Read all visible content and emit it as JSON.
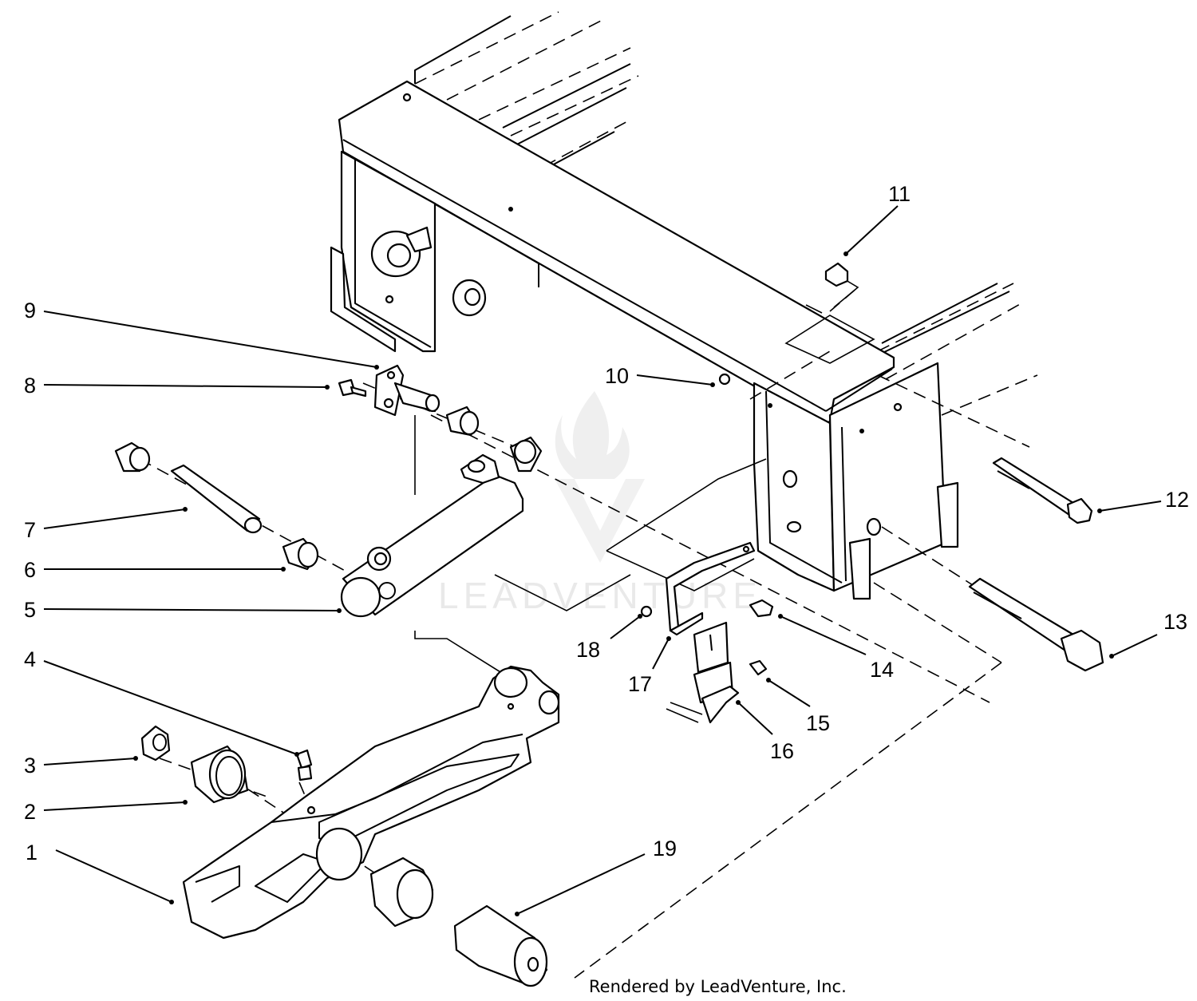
{
  "diagram": {
    "callouts": [
      {
        "id": "1",
        "label": "1"
      },
      {
        "id": "2",
        "label": "2"
      },
      {
        "id": "3",
        "label": "3"
      },
      {
        "id": "4",
        "label": "4"
      },
      {
        "id": "5",
        "label": "5"
      },
      {
        "id": "6",
        "label": "6"
      },
      {
        "id": "7",
        "label": "7"
      },
      {
        "id": "8",
        "label": "8"
      },
      {
        "id": "9",
        "label": "9"
      },
      {
        "id": "10",
        "label": "10"
      },
      {
        "id": "11",
        "label": "11"
      },
      {
        "id": "12",
        "label": "12"
      },
      {
        "id": "13",
        "label": "13"
      },
      {
        "id": "14",
        "label": "14"
      },
      {
        "id": "15",
        "label": "15"
      },
      {
        "id": "16",
        "label": "16"
      },
      {
        "id": "17",
        "label": "17"
      },
      {
        "id": "18",
        "label": "18"
      },
      {
        "id": "19",
        "label": "19"
      }
    ],
    "credit": "Rendered by LeadVenture, Inc.",
    "watermark": "LEADVENTURE"
  }
}
